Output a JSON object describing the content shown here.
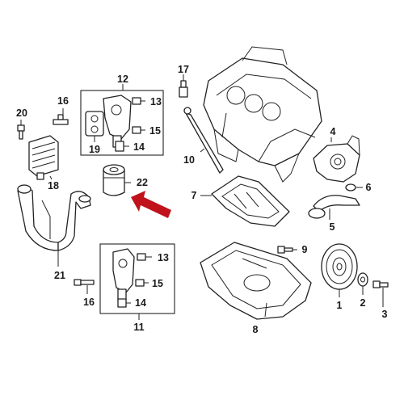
{
  "diagram": {
    "callouts": {
      "c1": "1",
      "c2": "2",
      "c3": "3",
      "c4": "4",
      "c5": "5",
      "c6": "6",
      "c7": "7",
      "c8": "8",
      "c9": "9",
      "c10": "10",
      "c11": "11",
      "c12": "12",
      "c13a": "13",
      "c13b": "13",
      "c14a": "14",
      "c14b": "14",
      "c15a": "15",
      "c15b": "15",
      "c16a": "16",
      "c16b": "16",
      "c17": "17",
      "c18": "18",
      "c19": "19",
      "c20": "20",
      "c21": "21",
      "c22": "22"
    },
    "highlight_arrow_color": "#c0121b",
    "line_color": "#222222"
  }
}
